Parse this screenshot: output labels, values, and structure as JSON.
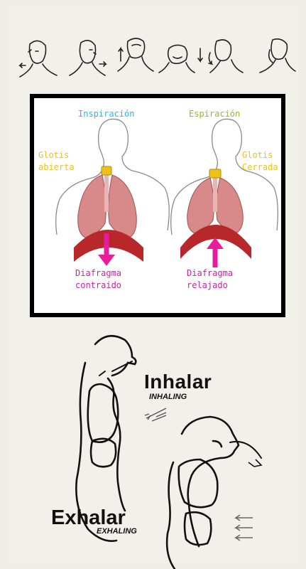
{
  "neck_exercises": {
    "icons": [
      "head-turn-left-icon",
      "head-turn-right-icon",
      "head-tilt-up-icon",
      "head-tilt-down-icon",
      "head-roll-left-icon",
      "head-roll-right-icon"
    ]
  },
  "breathing_diagram": {
    "inspiration_title": "Inspiración",
    "expiration_title": "Espiración",
    "glottis_open": [
      "Glotis",
      "abierta"
    ],
    "glottis_closed": [
      "Glotis",
      "Cerrada"
    ],
    "diaphragm_contracted": [
      "Diafragma",
      "contraido"
    ],
    "diaphragm_relaxed": [
      "Diafragma",
      "relajado"
    ]
  },
  "breathing_cycle": {
    "inhale_title": "Inhalar",
    "inhale_subtitle": "INHALING",
    "exhale_title": "Exhalar",
    "exhale_subtitle": "EXHALING"
  },
  "colors": {
    "inspiration": "#28b8e6",
    "expiration": "#8cbf2c",
    "glottis": "#f0c01a",
    "diaphragm": "#d81aa6",
    "lungs": "#d88a8a",
    "diaphragm_band": "#b8272a"
  }
}
